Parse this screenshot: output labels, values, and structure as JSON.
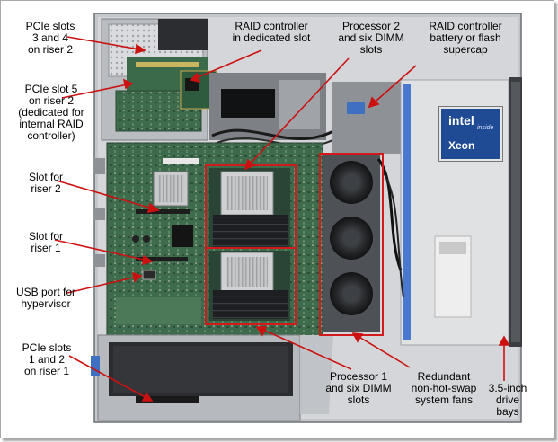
{
  "labels": {
    "pcie_3_4": [
      "PCIe slots",
      "3 and 4",
      "on riser 2"
    ],
    "raid_dedicated": [
      "RAID controller",
      "in dedicated slot"
    ],
    "processor_2": [
      "Processor 2",
      "and six DIMM",
      "slots"
    ],
    "raid_battery": [
      "RAID controller",
      "battery or flash",
      "supercap"
    ],
    "pcie_5": [
      "PCIe slot 5",
      "on riser 2",
      "(dedicated for",
      "internal RAID",
      "controller)"
    ],
    "slot_riser_2": [
      "Slot for",
      "riser 2"
    ],
    "slot_riser_1": [
      "Slot for",
      "riser 1"
    ],
    "usb_port": [
      "USB port for",
      "hypervisor"
    ],
    "pcie_1_2": [
      "PCIe slots",
      "1 and 2",
      "on riser 1"
    ],
    "processor_1": [
      "Processor 1",
      "and six DIMM",
      "slots"
    ],
    "fans": [
      "Redundant",
      "non-hot-swap",
      "system fans"
    ],
    "drive_bays": [
      "3.5-inch",
      "drive",
      "bays"
    ]
  },
  "badge": {
    "brand": "intel",
    "inside": "inside",
    "product": "Xeon"
  },
  "colors": {
    "highlight": "#d21a1a",
    "arrow": "#cc1111",
    "board": "#3e6b4c",
    "chassis": "#c9ccd0"
  }
}
